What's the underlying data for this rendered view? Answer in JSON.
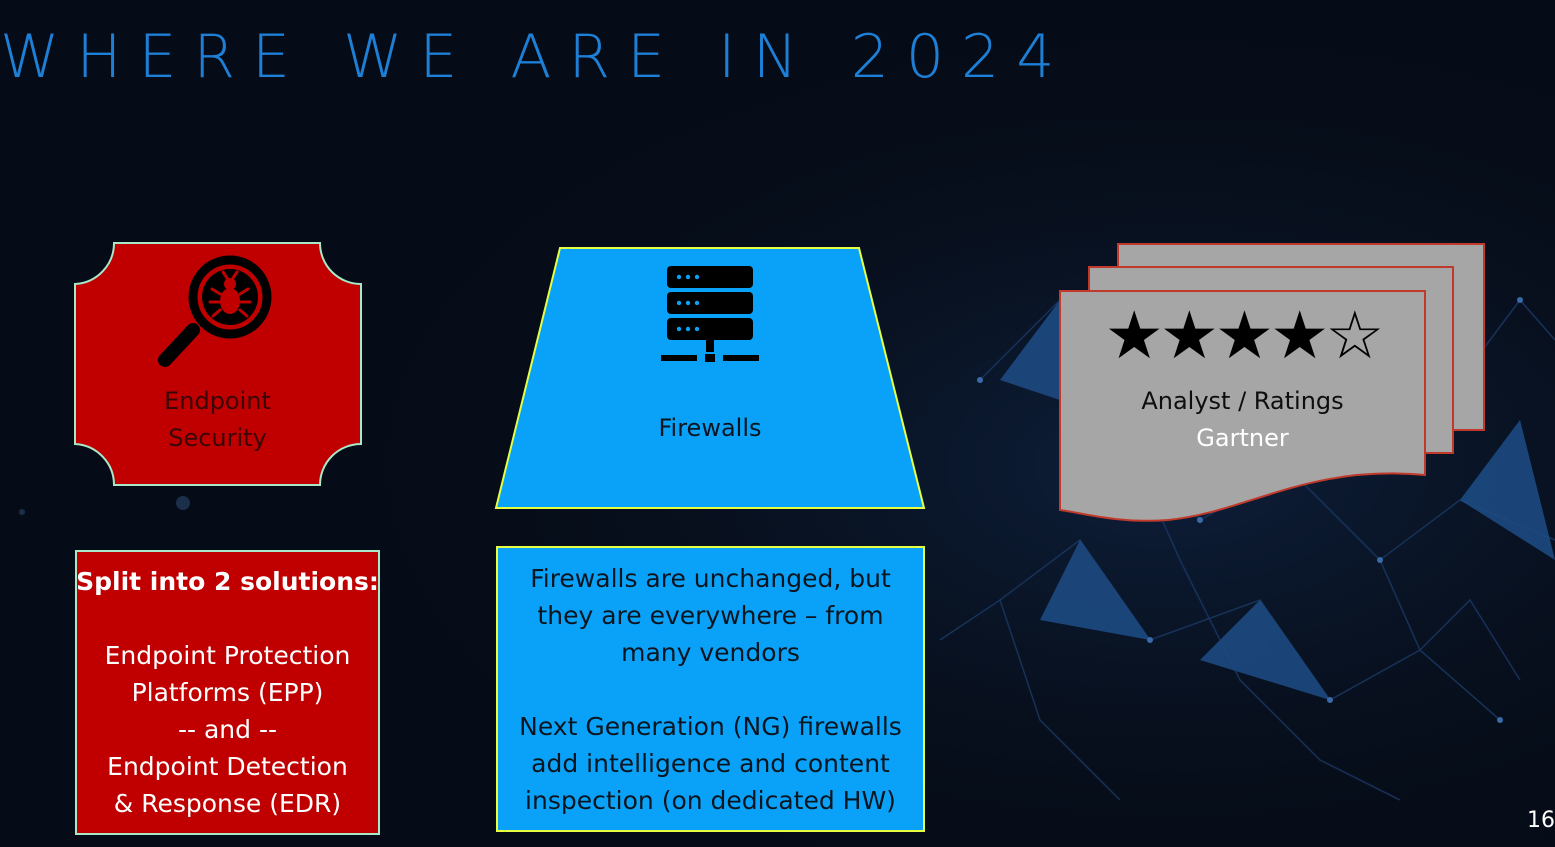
{
  "slide": {
    "title": "WHERE WE ARE IN 2024",
    "page_number": "16"
  },
  "colors": {
    "background": "#060c17",
    "title": "#1e7fd6",
    "endpoint_red": "#c00000",
    "firewall_blue": "#0aa2f8",
    "ratings_grey": "#a6a6a6",
    "network_lines": "#1b3a66"
  },
  "cards": {
    "endpoint": {
      "icon": "magnifier-bug-icon",
      "label_line1": "Endpoint",
      "label_line2": "Security"
    },
    "firewall": {
      "icon": "server-network-icon",
      "label": "Firewalls"
    },
    "ratings": {
      "icon": "star-rating-icon",
      "stars": "★★★★☆",
      "rating_value": 4,
      "rating_max": 5,
      "label": "Analyst / Ratings",
      "vendor": "Gartner"
    }
  },
  "details": {
    "endpoint": {
      "heading": "Split into 2 solutions:",
      "lines": [
        "Endpoint Protection",
        "Platforms (EPP)",
        "-- and --",
        "Endpoint Detection",
        "& Response (EDR)"
      ]
    },
    "firewall": {
      "para1_lines": [
        "Firewalls are unchanged, but",
        "they are everywhere – from",
        "many vendors"
      ],
      "para2_lines": [
        "Next Generation (NG) firewalls",
        "add intelligence and content",
        "inspection (on dedicated HW)"
      ]
    }
  }
}
